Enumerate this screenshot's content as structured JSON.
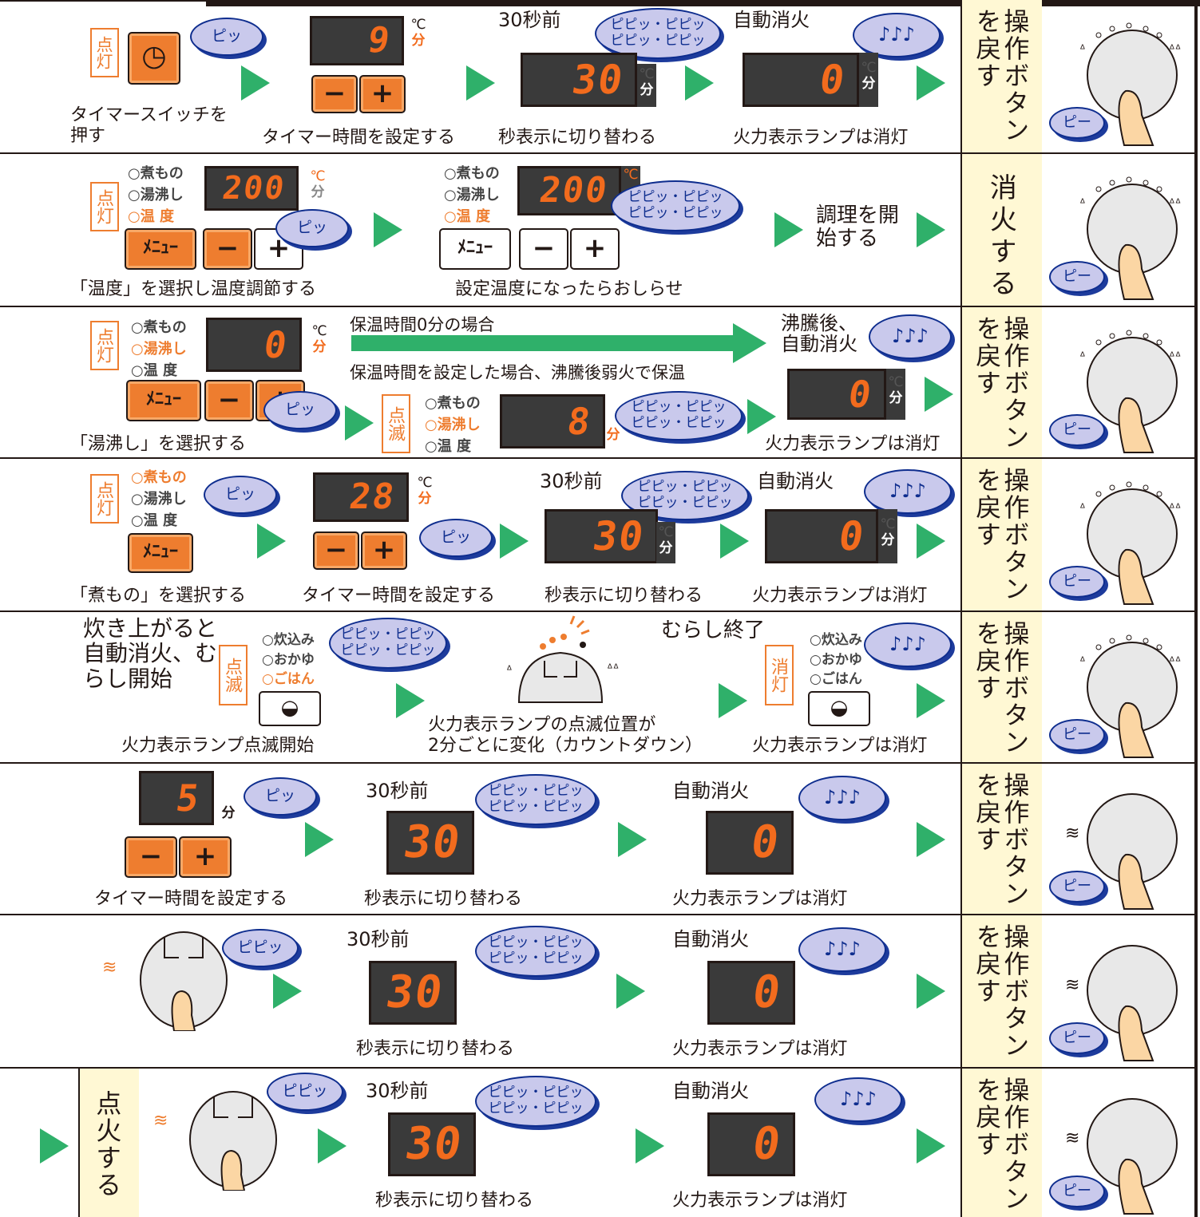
{
  "bubbles": {
    "pi": "ピッ",
    "pipi": "ピピッ",
    "long": "ピピッ・ピピッ\nピピッ・ピピッ",
    "melody": "♪♪♪",
    "pe": "ピー"
  },
  "units": {
    "c": "℃",
    "m": "分"
  },
  "buttons": {
    "minus": "−",
    "plus": "+",
    "menu": "ﾒﾆｭｰ"
  },
  "tags": {
    "light": "点灯",
    "blink": "点滅",
    "off": "消灯"
  },
  "menus": {
    "cook": [
      "○煮もの",
      "○湯沸し",
      "○温 度"
    ],
    "rice": [
      "○炊込み",
      "○おかゆ",
      "○ごはん"
    ]
  },
  "common": {
    "sec_switch": "秒表示に切り替わる",
    "lamp_off": "火力表示ランプは消灯",
    "before30": "30秒前",
    "auto_off": "自動消火",
    "set_timer": "タイマー時間を設定する",
    "return_knob": "操作ボタンを戻す"
  },
  "rows": [
    {
      "display1": "9",
      "display2": "30",
      "display3": "0",
      "press_timer": "タイマースイッチを押す"
    },
    {
      "display1": "200",
      "display2": "200",
      "select_temp": "「温度」を選択し温度調節する",
      "notice": "設定温度になったらおしらせ",
      "start": "調理を開始する",
      "extinguish": "消火する"
    },
    {
      "display1": "0",
      "display2": "8",
      "display3": "0",
      "keep0": "保温時間0分の場合",
      "keepset": "保温時間を設定した場合、沸騰後弱火で保温",
      "boil_off": "沸騰後、自動消火",
      "select_boil": "「湯沸し」を選択する"
    },
    {
      "display1": "28",
      "display2": "30",
      "display3": "0",
      "select_stew": "「煮もの」を選択する"
    },
    {
      "rice_done": "炊き上がると自動消火、むらし開始",
      "blink_start": "火力表示ランプ点滅開始",
      "steam_end": "むらし終了",
      "countdown1": "火力表示ランプの点滅位置が",
      "countdown2": "2分ごとに変化（カウントダウン）"
    },
    {
      "display1": "5",
      "display2": "30",
      "display3": "0"
    },
    {
      "display2": "30",
      "display3": "0"
    },
    {
      "ignite": "点火する",
      "display2": "30",
      "display3": "0"
    }
  ]
}
